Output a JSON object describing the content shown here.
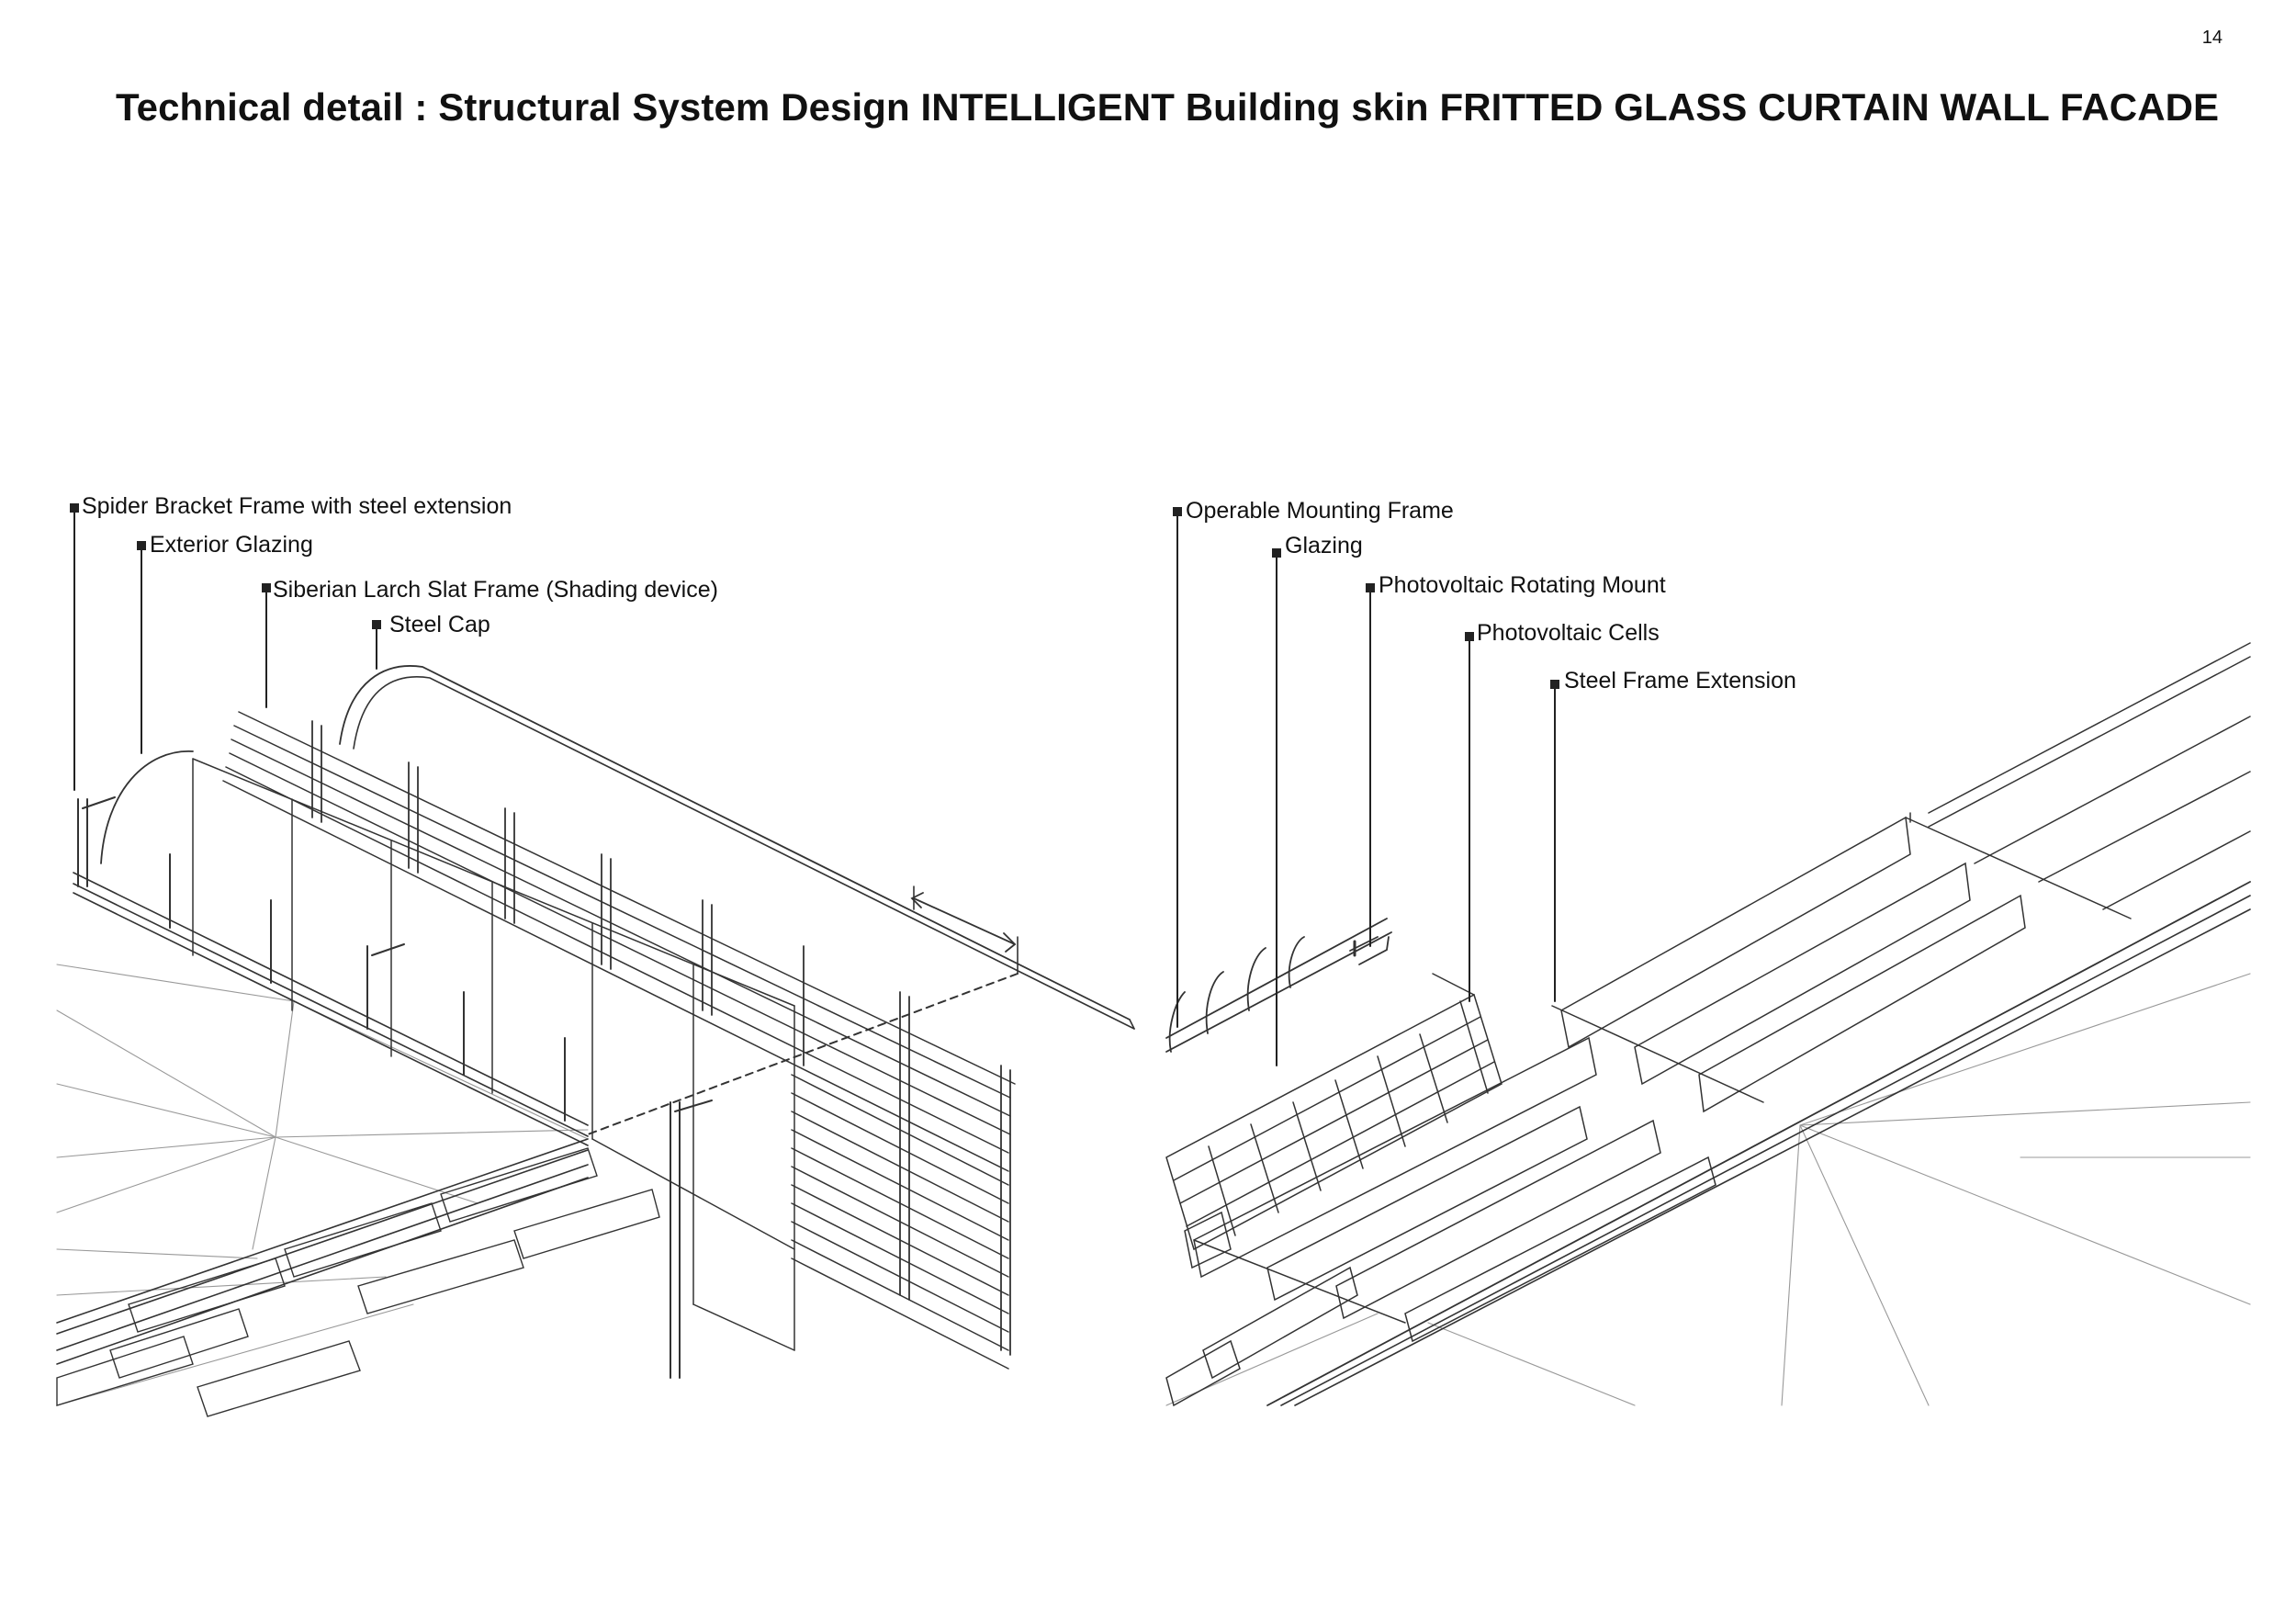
{
  "page": {
    "number": "14",
    "title": "Technical detail : Structural System Design INTELLIGENT Building skin FRITTED GLASS CURTAIN WALL FACADE"
  },
  "left_detail": {
    "callouts": [
      "Spider Bracket Frame with steel extension",
      "Exterior Glazing",
      "Siberian Larch Slat Frame (Shading device)",
      "Steel Cap"
    ]
  },
  "right_detail": {
    "callouts": [
      "Operable Mounting Frame",
      "Glazing",
      "Photovoltaic Rotating Mount",
      "Photovoltaic  Cells",
      "Steel Frame Extension"
    ]
  },
  "colors": {
    "line": "#333333",
    "leader": "#222222",
    "background": "#ffffff"
  }
}
